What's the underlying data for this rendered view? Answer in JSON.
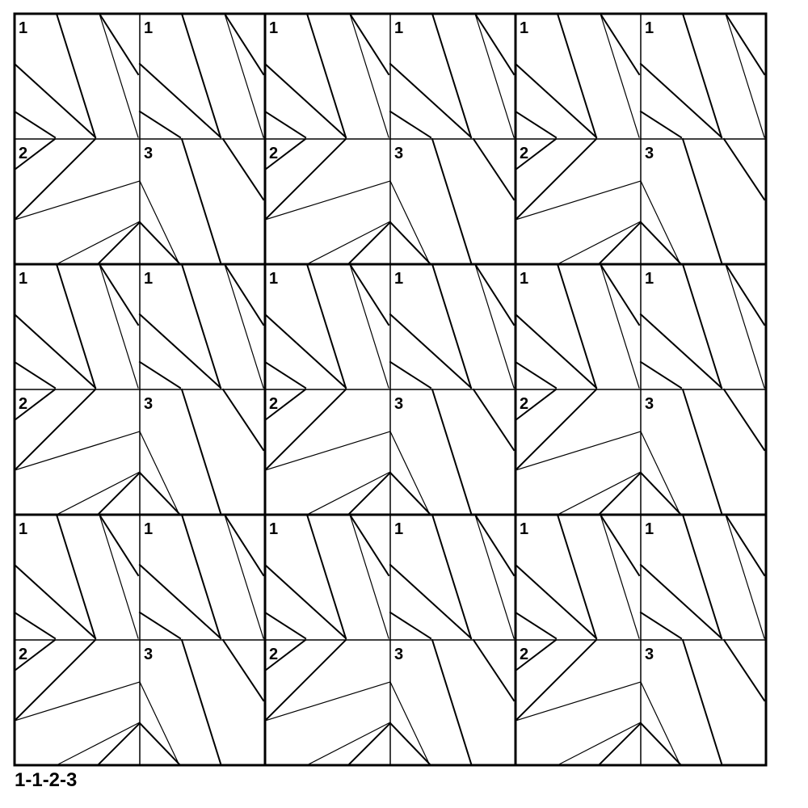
{
  "pattern": {
    "caption": "1-1-2-3",
    "tile_labels": [
      "1",
      "2",
      "3"
    ],
    "block_layout": [
      [
        "1",
        "1"
      ],
      [
        "2",
        "3"
      ]
    ],
    "block_rows": 3,
    "block_cols": 3,
    "line_color": "#000000",
    "background_color": "#ffffff"
  }
}
